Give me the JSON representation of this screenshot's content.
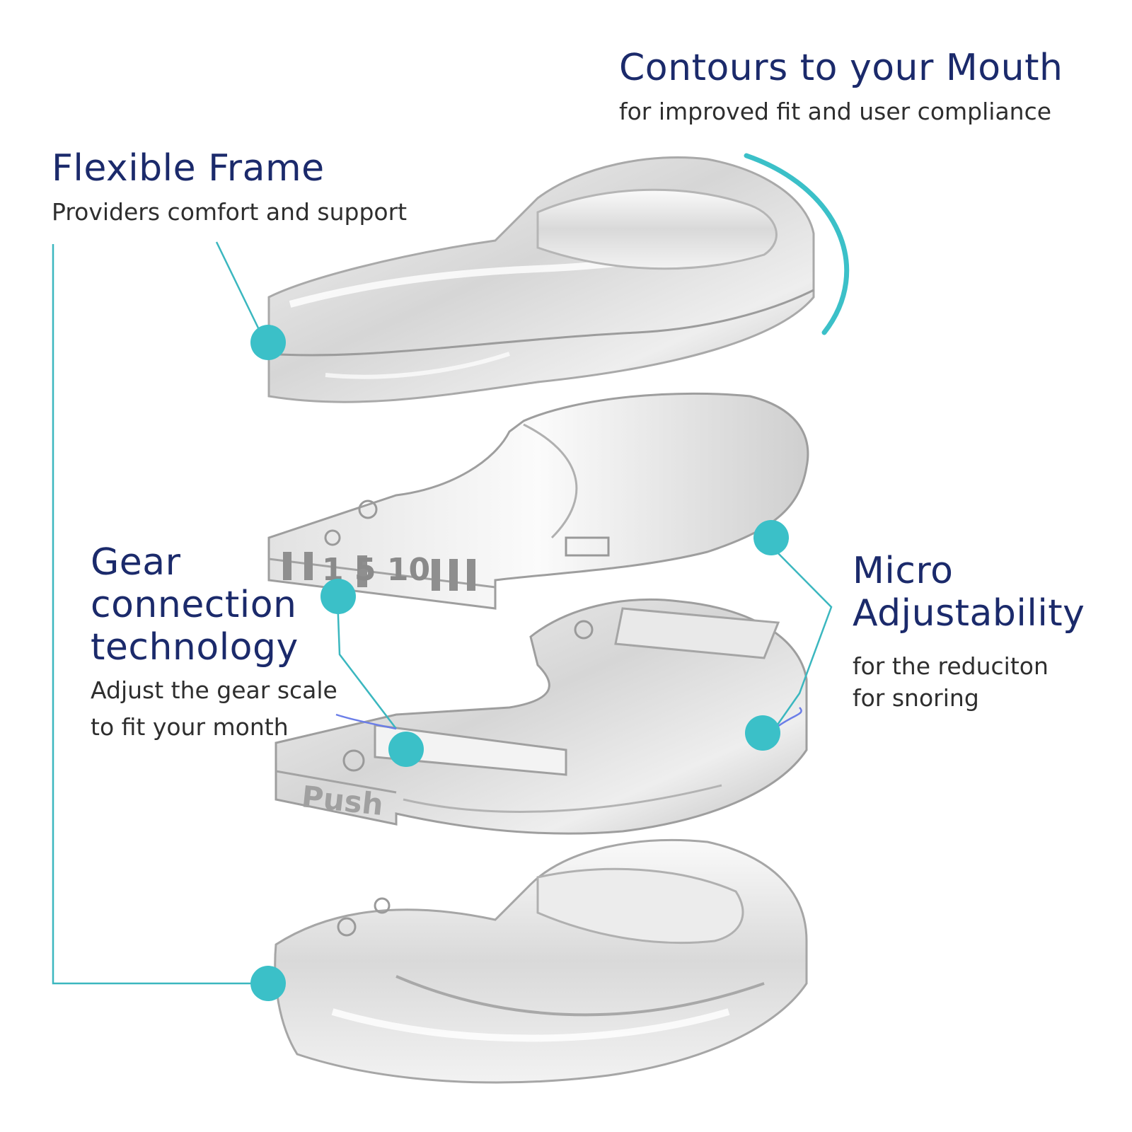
{
  "colors": {
    "heading": "#1b2a6b",
    "body_text": "#2e2e2e",
    "accent": "#3bc0c8",
    "leader_line": "#3bb7bf"
  },
  "callouts": {
    "contours": {
      "title": "Contours to your Mouth",
      "subtitle": "for improved fit and user compliance"
    },
    "flexible_frame": {
      "title": "Flexible Frame",
      "subtitle": "Providers comfort and support"
    },
    "gear": {
      "title_lines": [
        "Gear",
        "connection",
        "technology"
      ],
      "subtitle_lines": [
        "Adjust the gear scale",
        "to fit your month"
      ]
    },
    "micro": {
      "title_lines": [
        "Micro",
        "Adjustability"
      ],
      "subtitle_lines": [
        "for the reduciton",
        "for snoring"
      ]
    }
  },
  "product": {
    "layers": [
      "top-tray",
      "upper-gear-plate",
      "lower-gear-plate",
      "bottom-tray"
    ],
    "engraving_top_plate": "1 5 10",
    "engraving_lower_plate": "Push"
  }
}
